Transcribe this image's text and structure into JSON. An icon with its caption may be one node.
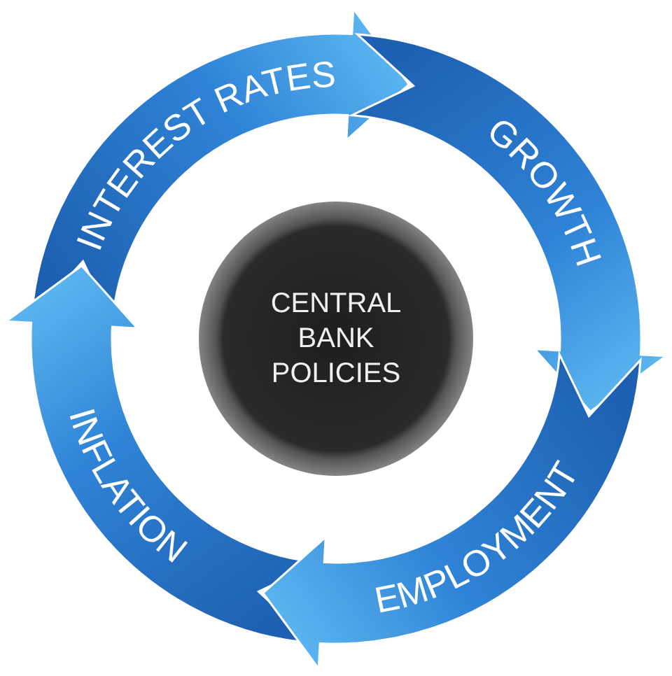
{
  "diagram": {
    "nodes": [
      {
        "text": [
          "INTEREST RATES"
        ]
      },
      {
        "text": [
          "GROWTH"
        ]
      },
      {
        "text": [
          "CENTRAL BANK POLICIES"
        ]
      },
      {
        "text": [
          "INFLATION"
        ]
      },
      {
        "text": [
          "EMPLOYMENT"
        ]
      }
    ]
  }
}
